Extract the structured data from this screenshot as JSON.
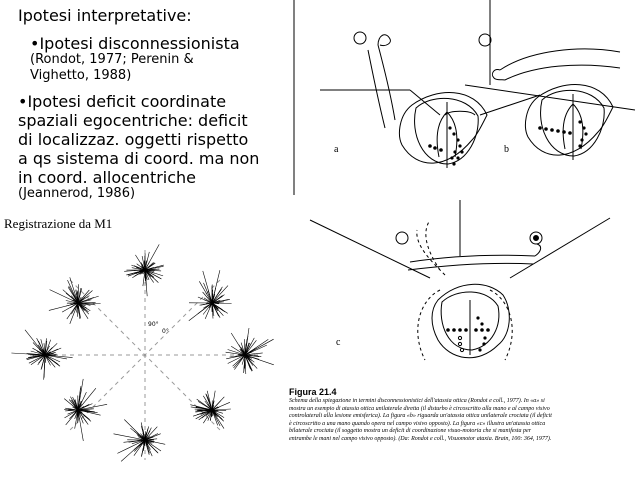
{
  "slide": {
    "title": "Ipotesi interpretative:",
    "bullet1": "•Ipotesi disconnessionista",
    "bullet1_sub": [
      "(Rondot, 1977; Perenin &",
      "Vighetto, 1988)"
    ],
    "bullet2": [
      "•Ipotesi deficit coordinate",
      "spaziali egocentriche: deficit",
      "di localizzaz. oggetti rispetto",
      "a qs sistema di coord. ma non",
      "in coord. allocentriche"
    ],
    "bullet2_sub": "(Jeannerod, 1986)",
    "registration_label": "Registrazione da M1"
  },
  "figure": {
    "panel_labels": [
      "a",
      "b",
      "c"
    ],
    "center_labels": [
      "90°",
      "0°"
    ],
    "title": "Figura 21.4",
    "caption": "Schema della spiegazione in termini disconnessionistici dell'atassia ottica (Rondot e coll., 1977). In «a» si mostra un esempio di atassia ottica unilaterale diretta (il disturbo è circoscritto alla mano e al campo visivo controlaterali alla lesione emisferica). La figura «b» riguarda un'atassia ottica unilaterale crociata (il deficit è circoscritto a una mano quando opera nel campo visivo opposto). La figura «c» illustra un'atassia ottica bilaterale crociata (il soggetto mostra un deficit di coordinazione visuo-motoria che si manifesta per entrambe le mani nel campo visivo opposto). (Da: Rondot e coll., Visuomotor ataxia. Brain, 100: 364, 1977)."
  }
}
